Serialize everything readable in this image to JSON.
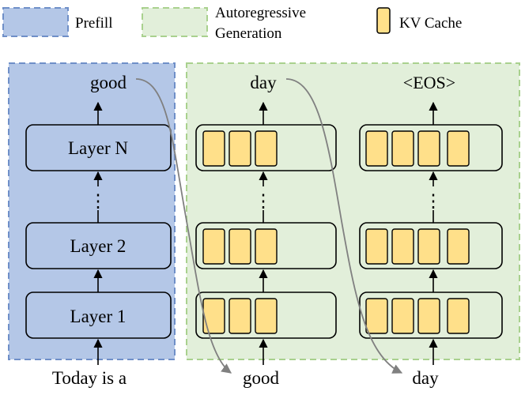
{
  "legend": {
    "prefill_label": "Prefill",
    "generation_label_line1": "Autoregressive",
    "generation_label_line2": "Generation",
    "kv_cache_label": "KV Cache"
  },
  "colors": {
    "prefill_fill": "#b4c7e7",
    "prefill_border": "#6f8fc8",
    "generation_fill": "#e2efda",
    "generation_border": "#a9d18e",
    "kv_fill": "#ffe08a",
    "arrow_curve": "#808080"
  },
  "prefill": {
    "input": "Today is a",
    "output": "good",
    "layers": [
      "Layer 1",
      "Layer 2",
      "Layer N"
    ],
    "dots": "⋮"
  },
  "generation": {
    "steps": [
      {
        "input": "good",
        "output": "day",
        "kv_cache_count": 3
      },
      {
        "input": "day",
        "output": "<EOS>",
        "kv_cache_count": 4
      }
    ],
    "dots": "⋮"
  }
}
